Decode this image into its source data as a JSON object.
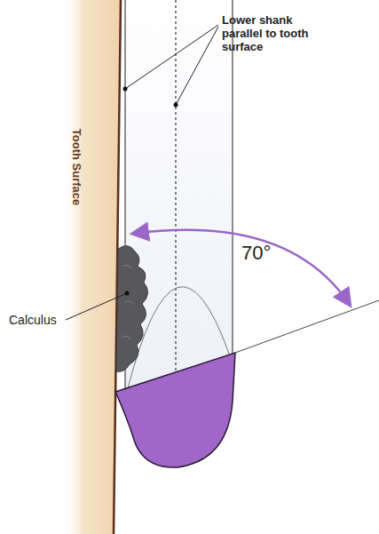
{
  "diagram": {
    "labels": [
      "Lower shank parallel to tooth surface",
      "Tooth Surface",
      "Calculus",
      "70°"
    ]
  }
}
